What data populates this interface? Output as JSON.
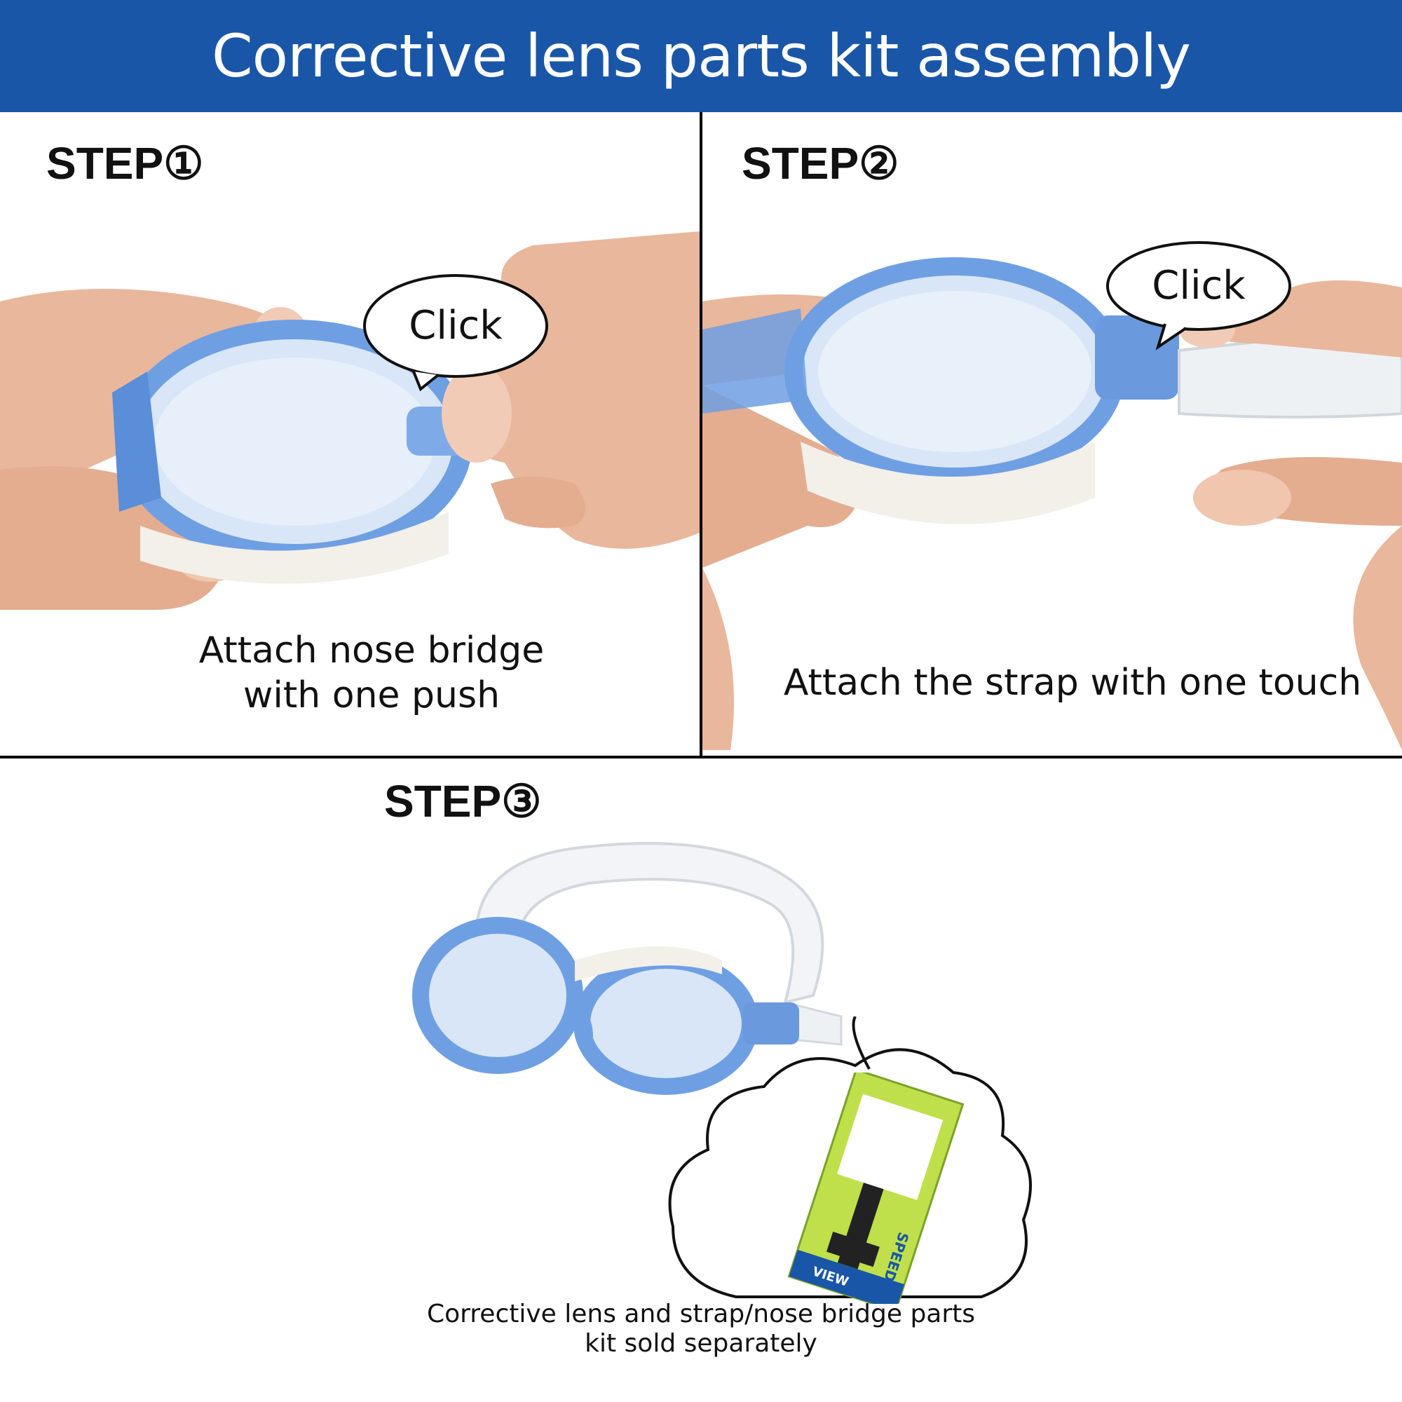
{
  "header": {
    "title": "Corrective lens parts kit assembly",
    "bg_color": "#1a56a7"
  },
  "steps": [
    {
      "label": "STEP①",
      "bubble": "Click",
      "caption_lines": [
        "Attach nose bridge",
        "with one push"
      ]
    },
    {
      "label": "STEP②",
      "bubble": "Click",
      "caption_lines": [
        "Attach the strap with one touch"
      ]
    },
    {
      "label": "STEP③",
      "note_lines": [
        "Corrective lens and strap/nose bridge parts",
        "kit sold separately"
      ],
      "package": {
        "brand_text": "SPEEDY FIT",
        "maker_text": "VIEW"
      }
    }
  ],
  "colors": {
    "goggle_blue": "#6f9fe3",
    "skin": "#e9b79c",
    "package_green": "#bfe04a"
  },
  "icons": [
    "goggles-illustration",
    "hand-illustration",
    "speech-bubble",
    "thought-cloud",
    "parts-kit-package"
  ]
}
